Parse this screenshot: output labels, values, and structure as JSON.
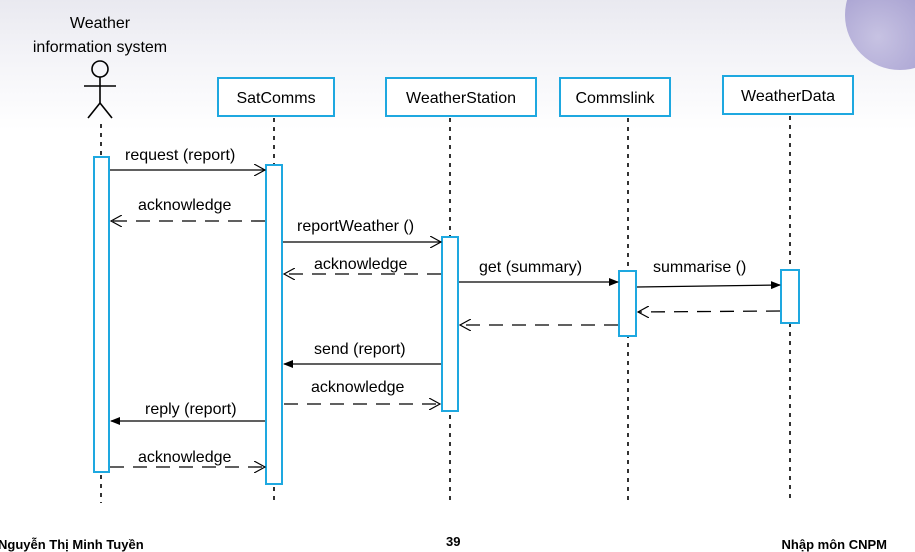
{
  "actor": {
    "title_line1": "Weather",
    "title_line2": "information system"
  },
  "objects": {
    "satcomms": "SatComms",
    "weatherstation": "WeatherStation",
    "commslink": "Commslink",
    "weatherdata": "WeatherData"
  },
  "messages": {
    "m1": "request (report)",
    "m2": "acknowledge",
    "m3": "reportWeather ()",
    "m4": "acknowledge",
    "m5": "get (summary)",
    "m6": "summarise ()",
    "m7": "send (report)",
    "m8": "acknowledge",
    "m9": "reply (report)",
    "m10": "acknowledge"
  },
  "footer": {
    "author": "Nguyễn Thị Minh Tuyền",
    "page": "39",
    "course": "Nhập môn CNPM"
  },
  "colors": {
    "box_border": "#1ea8e0",
    "line": "#000000"
  }
}
